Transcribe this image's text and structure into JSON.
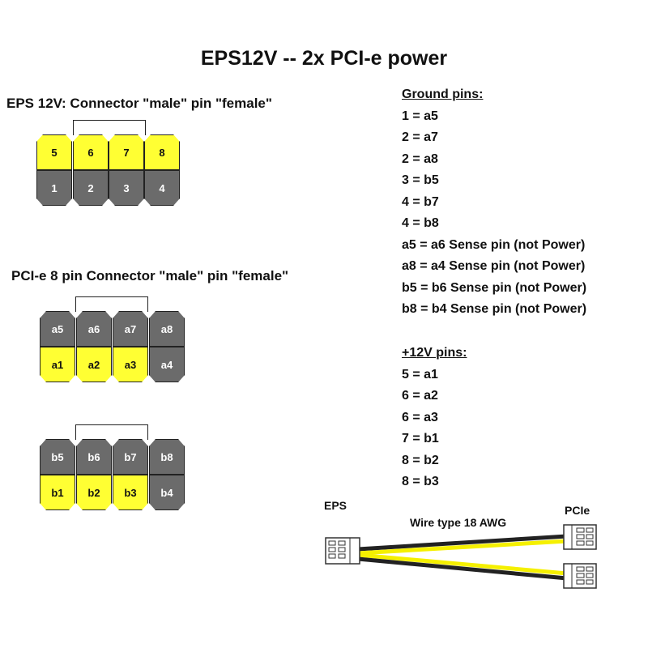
{
  "title": "EPS12V -- 2x PCI-e power",
  "eps_heading": "EPS 12V: Connector \"male\" pin \"female\"",
  "pcie_heading": "PCI-e 8 pin Connector \"male\" pin \"female\"",
  "eps_connector": {
    "top_row": [
      "5",
      "6",
      "7",
      "8"
    ],
    "bottom_row": [
      "1",
      "2",
      "3",
      "4"
    ]
  },
  "pcie_a": {
    "top_row": [
      "a5",
      "a6",
      "a7",
      "a8"
    ],
    "bottom_row": [
      "a1",
      "a2",
      "a3",
      "a4"
    ]
  },
  "pcie_b": {
    "top_row": [
      "b5",
      "b6",
      "b7",
      "b8"
    ],
    "bottom_row": [
      "b1",
      "b2",
      "b3",
      "b4"
    ]
  },
  "ground": {
    "header": "Ground pins:",
    "items": [
      "1 = a5",
      "2 = a7",
      "2 = a8",
      "3 = b5",
      "4 = b7",
      "4 = b8",
      "a5 = a6 Sense pin (not Power)",
      "a8 = a4 Sense pin (not Power)",
      "b5 = b6 Sense pin (not Power)",
      "b8 = b4 Sense pin (not Power)"
    ]
  },
  "plus12v": {
    "header": "+12V pins:",
    "items": [
      "5 = a1",
      "6 = a2",
      "6 = a3",
      "7 = b1",
      "8 = b2",
      "8 = b3"
    ]
  },
  "cable": {
    "eps_label": "EPS",
    "pcie_label": "PCIe",
    "wire_label": "Wire type 18 AWG"
  },
  "colors": {
    "yellow": "#ffff33",
    "gray": "#6b6b6b"
  }
}
